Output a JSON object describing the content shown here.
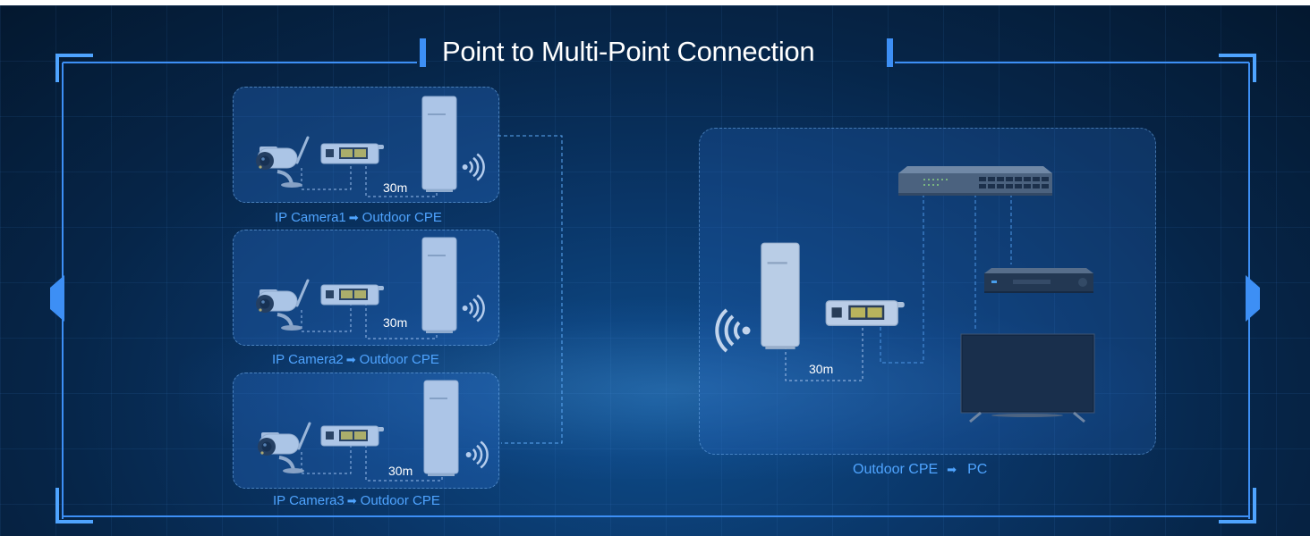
{
  "title": "Point to Multi-Point Connection",
  "colors": {
    "accent": "#4fa4ff",
    "frame": "#3d8ff5",
    "background": "#062548"
  },
  "links": [
    {
      "from": "IP Camera1",
      "to": "Outdoor CPE",
      "distance": "30m"
    },
    {
      "from": "IP Camera2",
      "to": "Outdoor CPE",
      "distance": "30m"
    },
    {
      "from": "IP Camera3",
      "to": "Outdoor CPE",
      "distance": "30m"
    }
  ],
  "receiver": {
    "from": "Outdoor CPE",
    "to": "PC",
    "distance": "30m"
  },
  "icons": {
    "camera": "ip-camera-icon",
    "poe": "poe-adapter-icon",
    "cpe": "outdoor-cpe-icon",
    "wifi": "wifi-signal-icon",
    "switch": "network-switch-icon",
    "nvr": "nvr-recorder-icon",
    "tv": "monitor-icon"
  }
}
